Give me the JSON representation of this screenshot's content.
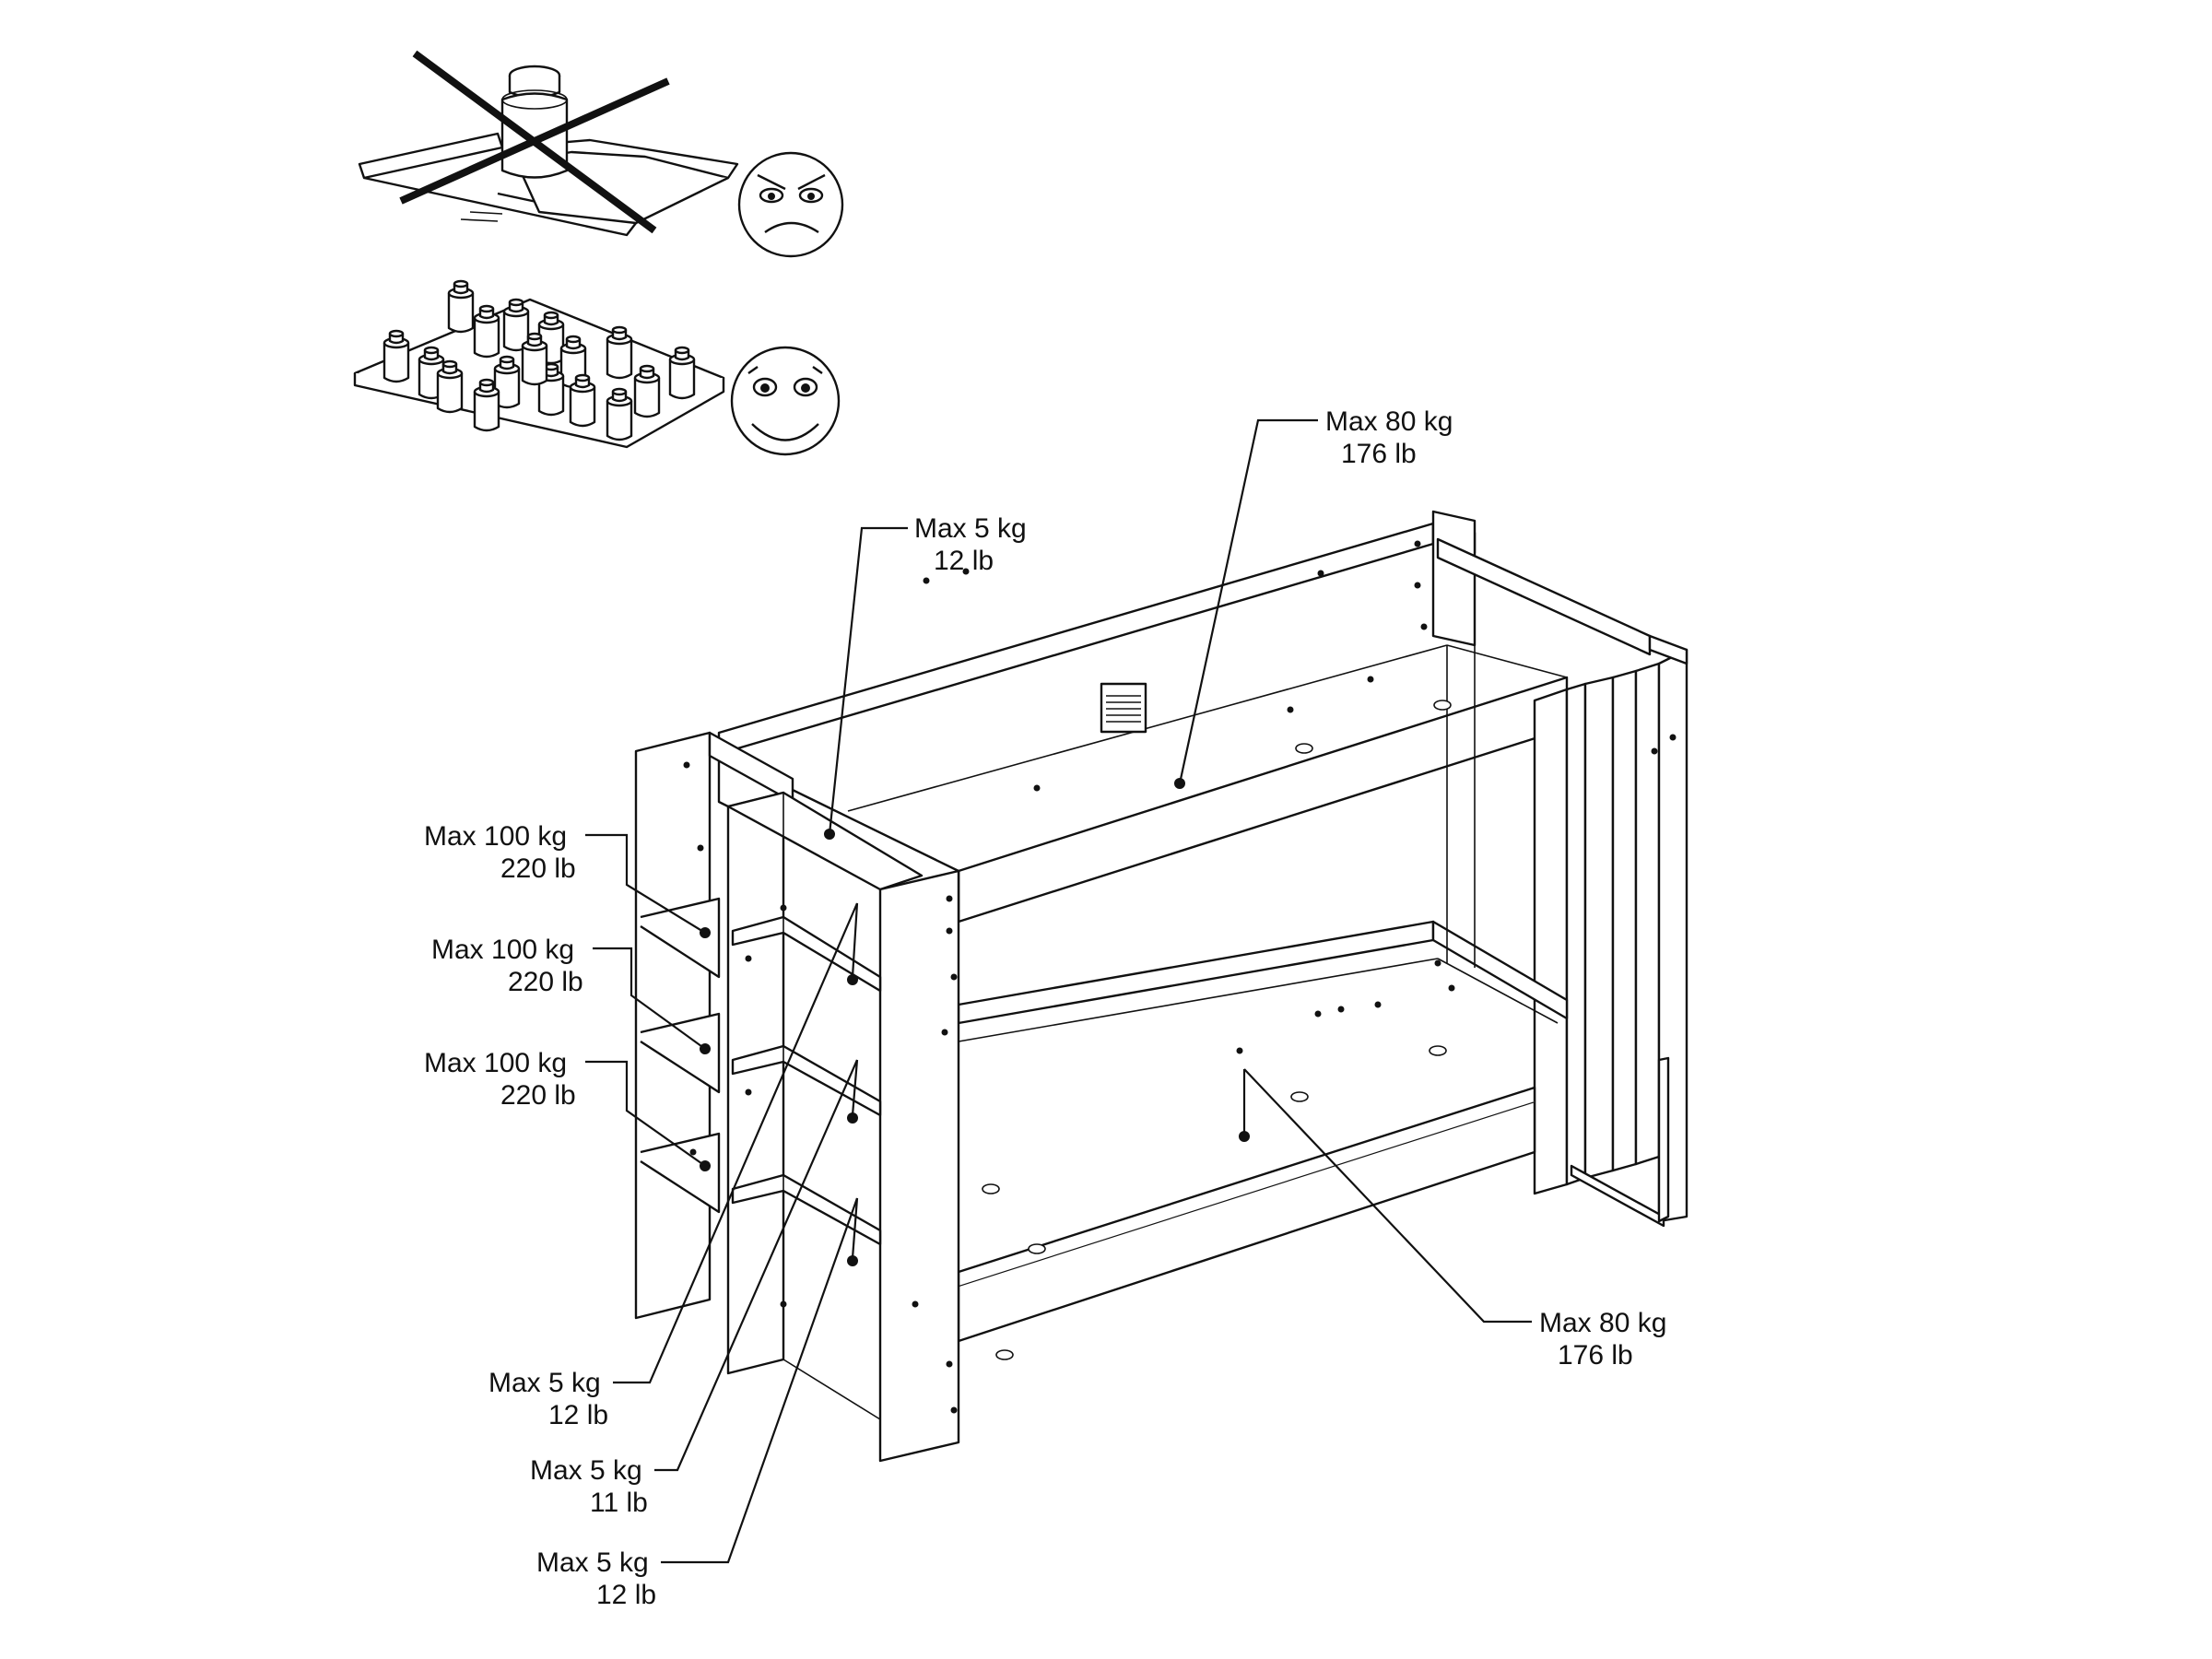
{
  "illustrations": {
    "wrong": {
      "name": "point-load-not-allowed",
      "face": "sad-face-icon"
    },
    "right": {
      "name": "distributed-load-allowed",
      "face": "happy-face-icon"
    }
  },
  "labels": {
    "top_bunk": {
      "line1": "Max 80 kg",
      "line2": "176 lb"
    },
    "top_shelf": {
      "line1": "Max 5 kg",
      "line2": "12 lb"
    },
    "step_1": {
      "line1": "Max 100 kg",
      "line2": "220 lb"
    },
    "step_2": {
      "line1": "Max 100 kg",
      "line2": "220 lb"
    },
    "step_3": {
      "line1": "Max 100 kg",
      "line2": "220 lb"
    },
    "shelf_1": {
      "line1": "Max 5 kg",
      "line2": "12 lb"
    },
    "shelf_2": {
      "line1": "Max 5 kg",
      "line2": "11 lb"
    },
    "shelf_3": {
      "line1": "Max 5 kg",
      "line2": "12 lb"
    },
    "bottom_bunk": {
      "line1": "Max 80 kg",
      "line2": "176 lb"
    }
  },
  "colors": {
    "ink": "#111111",
    "paper": "#ffffff"
  }
}
